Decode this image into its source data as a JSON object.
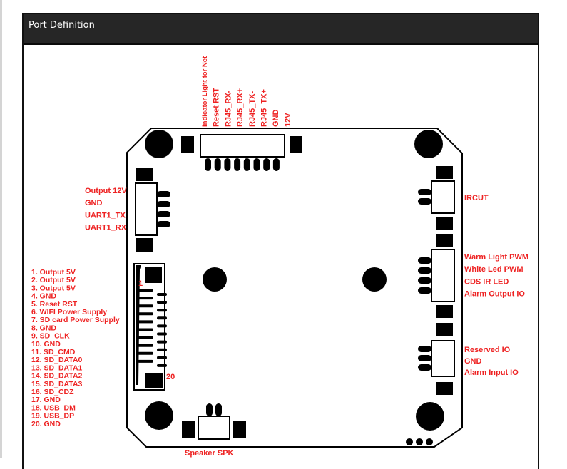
{
  "header": {
    "title": "Port Definition"
  },
  "colors": {
    "label": "#ee2222",
    "header_bg": "#262626",
    "board": "#000000"
  },
  "top_connector": {
    "labels": [
      "Indicator Light for Net",
      "Reset RST",
      "RJ45_RX-",
      "RJ45_RX+",
      "RJ45_TX-",
      "RJ45_TX+",
      "GND",
      "12V"
    ]
  },
  "left_connector": {
    "labels": [
      "Output 12V",
      "GND",
      "UART1_TX",
      "UART1_RX"
    ]
  },
  "fpc_connector": {
    "pin_first": "1",
    "pin_last": "20",
    "labels": [
      "1. Output 5V",
      "2. Output 5V",
      "3. Output 5V",
      "4. GND",
      "5. Reset RST",
      "6. WIFI Power Supply",
      "7. SD card Power Supply",
      "8. GND",
      "9. SD_CLK",
      "10. GND",
      "11. SD_CMD",
      "12. SD_DATA0",
      "13. SD_DATA1",
      "14. SD_DATA2",
      "15. SD_DATA3",
      "16. SD_CDZ",
      "17. GND",
      "18. USB_DM",
      "19. USB_DP",
      "20. GND"
    ]
  },
  "right_connectors": {
    "ircut": [
      "IRCUT"
    ],
    "led": [
      "Warm Light PWM",
      "White Led PWM",
      "CDS IR LED",
      "Alarm Output IO"
    ],
    "alarm": [
      "Reserved IO",
      "GND",
      "Alarm Input IO"
    ]
  },
  "speaker": {
    "label": "Speaker SPK"
  }
}
